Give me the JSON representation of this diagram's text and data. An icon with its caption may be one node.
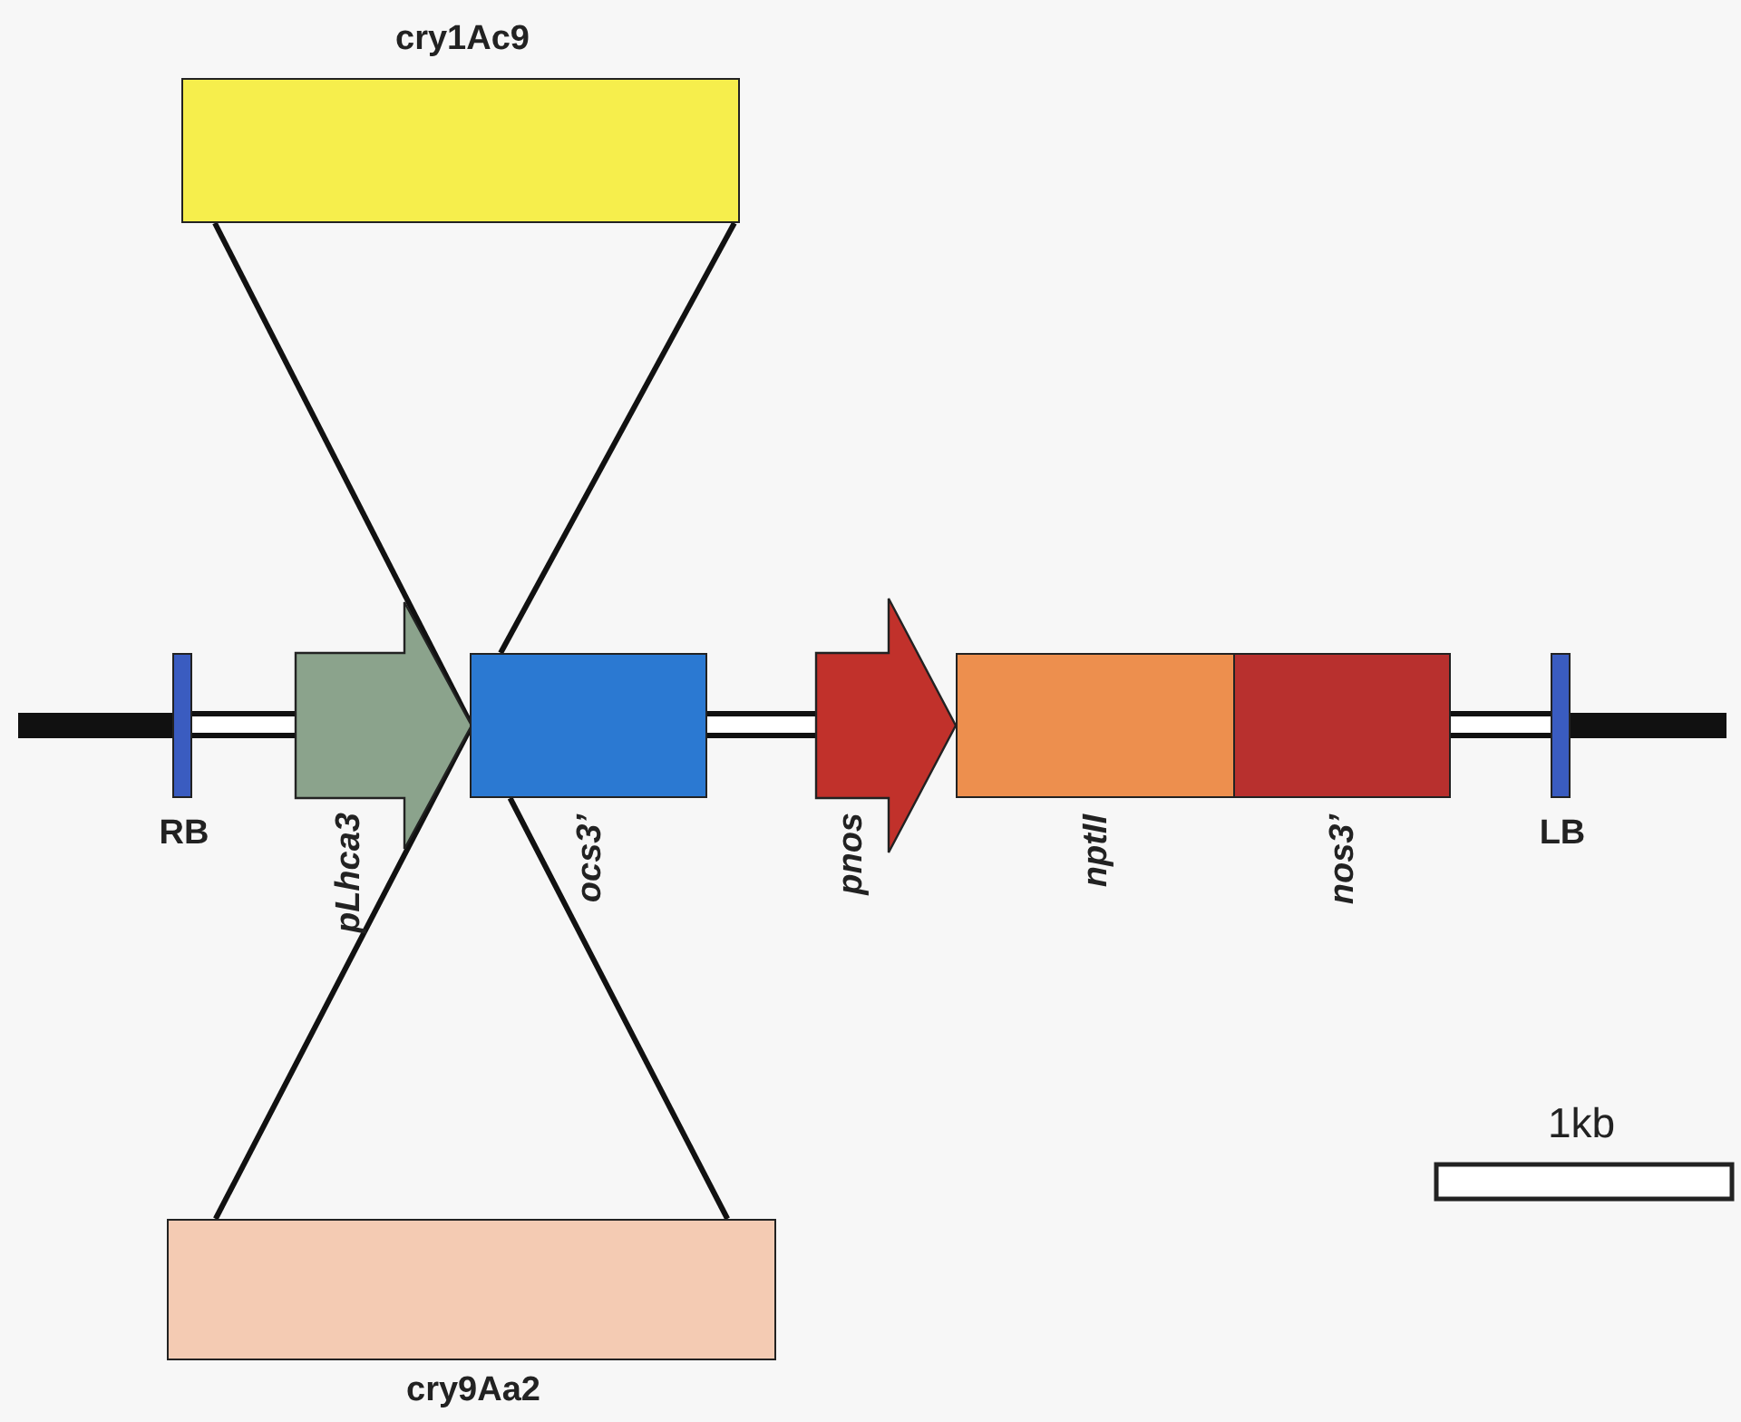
{
  "diagram": {
    "nodes": [
      {
        "text": [
          "cry1Ac9"
        ]
      },
      {
        "text": [
          "RB"
        ]
      },
      {
        "text": [
          "pLhca3"
        ]
      },
      {
        "text": [
          "ocs3’"
        ]
      },
      {
        "text": [
          "pnos"
        ]
      },
      {
        "text": [
          "nptII"
        ]
      },
      {
        "text": [
          "nos3’"
        ]
      },
      {
        "text": [
          "LB"
        ]
      },
      {
        "text": [
          "cry9Aa2"
        ]
      }
    ],
    "edges": [
      {
        "from": 0,
        "to": 2,
        "arrow": "none"
      },
      {
        "from": 0,
        "to": 3,
        "arrow": "none"
      },
      {
        "from": 8,
        "to": 2,
        "arrow": "none"
      },
      {
        "from": 8,
        "to": 3,
        "arrow": "none"
      }
    ],
    "labels": [
      "1kb"
    ]
  }
}
